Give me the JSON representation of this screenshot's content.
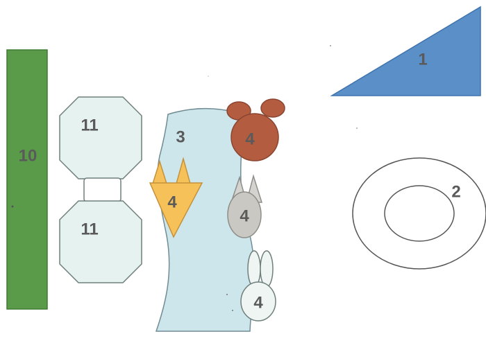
{
  "shapes": {
    "triangle": {
      "label": "1",
      "color": "#5b8fc8",
      "stroke": "#3f73ad"
    },
    "ring": {
      "label": "2",
      "color": "#ffffff",
      "stroke": "#555555"
    },
    "curved_strip": {
      "label": "3",
      "color": "#cde6ec",
      "stroke": "#6f8c93"
    },
    "bear_head": {
      "label": "4",
      "color": "#b35c40",
      "stroke": "#8a4530"
    },
    "fox_head": {
      "label": "4",
      "color": "#f7c15a",
      "stroke": "#c4913a"
    },
    "cat_head": {
      "label": "4",
      "color": "#c9c8c3",
      "stroke": "#8e8d88",
      "ear_color": "#d4d3cf"
    },
    "rabbit_head": {
      "label": "4",
      "color": "#eef5f3",
      "stroke": "#6f7f7c"
    },
    "green_bar": {
      "label": "10",
      "color": "#5a9b4a",
      "stroke": "#3f7a33"
    },
    "octagon_top": {
      "label": "11",
      "color": "#e6f2ef",
      "stroke": "#6f7f7c"
    },
    "octagon_bottom": {
      "label": "11",
      "color": "#e6f2ef",
      "stroke": "#6f7f7c"
    },
    "connector": {
      "color": "#ffffff",
      "stroke": "#6f7f7c"
    }
  }
}
